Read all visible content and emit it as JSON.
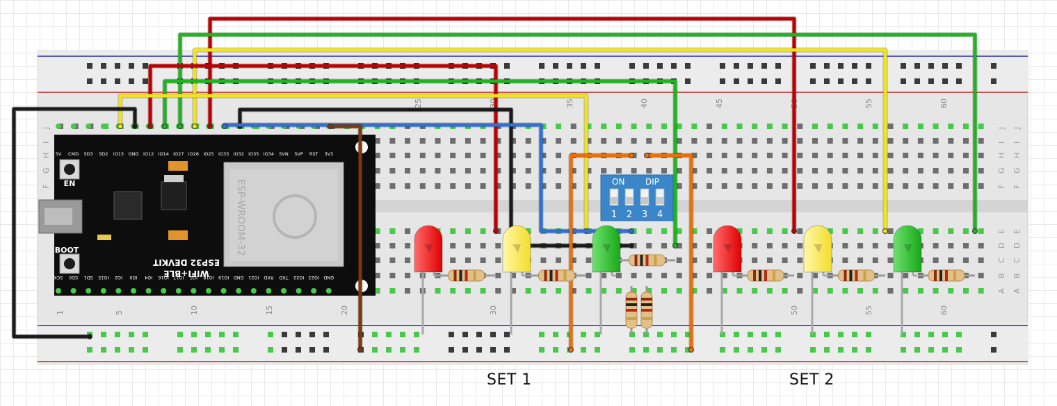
{
  "labels": {
    "set1": "SET 1",
    "set2": "SET 2"
  },
  "board": {
    "pins_top": [
      "5V",
      "CMD",
      "SD3",
      "SD2",
      "IO13",
      "GND",
      "IO12",
      "IO14",
      "IO27",
      "IO26",
      "IO25",
      "IO33",
      "IO32",
      "IO35",
      "IO34",
      "SVN",
      "SVP",
      "RST",
      "3V3"
    ],
    "pins_bottom": [
      "SCK",
      "SD0",
      "SD1",
      "IO15",
      "IO2",
      "IO0",
      "IO4",
      "IO16",
      "IO17",
      "IO5",
      "IO18",
      "IO19",
      "GND",
      "IO21",
      "RXD",
      "TXD",
      "IO22",
      "IO23",
      "GND"
    ],
    "button_en": "EN",
    "button_boot": "BOOT",
    "title_line1": "WIFI+BLE",
    "title_line2": "ESP32 DEVKIT",
    "module_label": "ESP-WROOM-32"
  },
  "dip": {
    "on": "ON",
    "dip": "DIP",
    "numbers": [
      "1",
      "2",
      "3",
      "4"
    ]
  },
  "breadboard": {
    "col_numbers_top": [
      "25",
      "30",
      "35",
      "40",
      "45",
      "50",
      "55",
      "60"
    ],
    "col_numbers_bottom": [
      "1",
      "5",
      "10",
      "15",
      "20",
      "30",
      "50",
      "55",
      "60"
    ],
    "row_letters": [
      "J",
      "I",
      "H",
      "G",
      "F",
      "E",
      "D",
      "C",
      "B",
      "A"
    ]
  },
  "colors": {
    "red": "#c00000",
    "green": "#1fb41f",
    "yellow": "#f1e41a",
    "blue": "#2f6fd6",
    "black": "#1a1a1a",
    "brown": "#7a3a0d",
    "orange": "#e8700a"
  }
}
